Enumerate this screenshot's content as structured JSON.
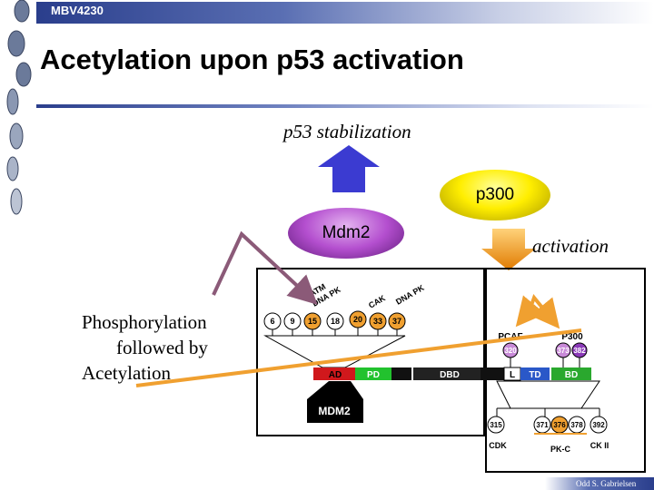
{
  "header": {
    "course_code": "MBV4230",
    "title": "Acetylation upon p53 activation"
  },
  "labels": {
    "stabilization": "p53 stabilization",
    "p300": "p300",
    "mdm2": "Mdm2",
    "activation": "activation",
    "phospho_line1": "Phosphorylation",
    "phospho_line2": "followed by",
    "phospho_line3": "Acetylation"
  },
  "diagram": {
    "kinases": {
      "atm": "ATM",
      "dnapk1": "DNA PK",
      "cak": "CAK",
      "dnapk2": "DNA PK"
    },
    "sites": [
      "6",
      "9",
      "15",
      "18",
      "20",
      "33",
      "37"
    ],
    "domains": {
      "ad": "AD",
      "pd": "PD",
      "dbd": "DBD",
      "l": "L",
      "td": "TD",
      "bd": "BD"
    },
    "mdm2_box": "MDM2",
    "pcaf": {
      "name": "PCAF",
      "site": "320"
    },
    "p300": {
      "name": "P300",
      "site1": "373",
      "site2": "382"
    },
    "bottom_sites": [
      "315",
      "371",
      "376",
      "378",
      "392"
    ],
    "cdk": "CDK",
    "pkc": "PK-C",
    "ck2": "CK II"
  },
  "footer": {
    "author": "Odd S. Gabrielsen"
  },
  "colors": {
    "arrow_blue": "#3b3bd1",
    "p300_yellow": "#ffee00",
    "mdm2_purple": "#b44fcf",
    "orange": "#f0a030",
    "mauve": "#8b5a78"
  }
}
